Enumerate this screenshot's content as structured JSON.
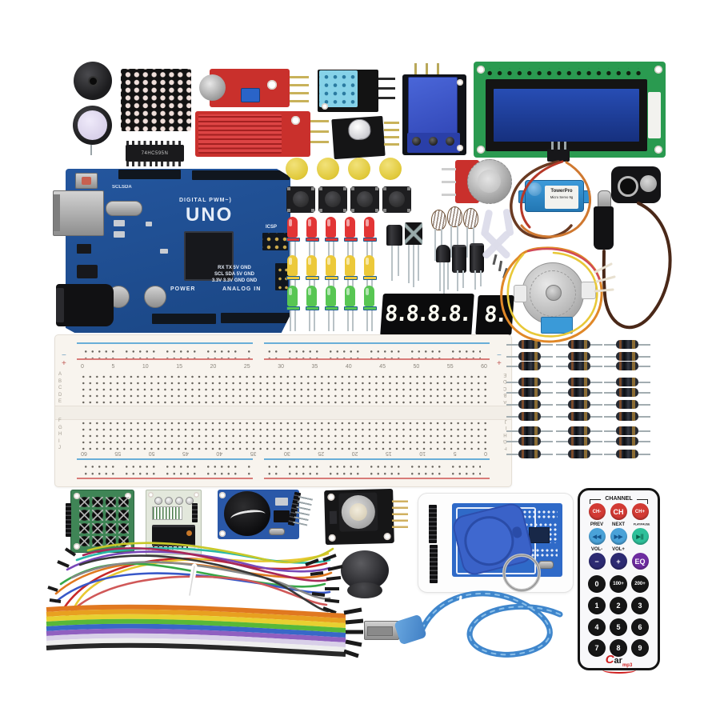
{
  "scene": {
    "type": "product-photo",
    "description": "Arduino UNO R3 starter kit components laid out on a white background",
    "background": "#ffffff"
  },
  "palette": {
    "arduino_blue": "#1e4e94",
    "module_red": "#c9302c",
    "relay_blue": "#3a55c8",
    "lcd_green": "#2a9a50",
    "lcd_screen_blue": "#1c3f9c",
    "dht_blue": "#86d2e8",
    "servo_blue": "#2f8fd0",
    "rfid_blue": "#2f6ac8",
    "cap_yellow": "#e8d44a",
    "breadboard_ivory": "#f8f4ee",
    "remote_white": "#f8f8fa"
  },
  "inventory": [
    "passive buzzer",
    "active buzzer",
    "8x8 LED dot matrix",
    "74HC595N shift register IC",
    "sound sensor module",
    "water level sensor",
    "DHT11 temperature humidity sensor",
    "RGB LED module",
    "1-channel relay module",
    "LCD1602 display",
    "Arduino UNO R3 board",
    "yellow push button caps",
    "tactile push buttons",
    "red LEDs",
    "yellow LEDs",
    "green LEDs",
    "IR receiver diode",
    "IR receiver module",
    "photoresistors",
    "transistor",
    "electrolytic capacitors",
    "rotary potentiometer",
    "servo horns and screws",
    "TowerPro micro servo",
    "9V battery clip with DC plug",
    "28BYJ-48 stepper motor",
    "4-digit 7-segment display",
    "1-digit 7-segment display",
    "830-point breadboard",
    "resistors",
    "4x4 matrix keypad",
    "stepper driver board",
    "RTC module with coin cell",
    "joystick module",
    "joystick cap",
    "RFID-RC522 kit with key fob and pin headers",
    "IR remote control",
    "male-male jumper wires",
    "rainbow ribbon cable",
    "USB A-B cable"
  ],
  "uno": {
    "name": "UNO",
    "digital_label": "DIGITAL PWM~)",
    "power_label": "POWER",
    "analog_label": "ANALOG IN",
    "icsp_label": "ICSP",
    "top_left_label": "SCLSDA",
    "pin_rows": [
      "RX TX 5V GND",
      "SCL SDA 5V GND",
      "3.3V 3.3V GND GND"
    ]
  },
  "ic_chip": {
    "part_number": "74HC595N"
  },
  "servo": {
    "brand": "TowerPro",
    "model": "Micro Servo 9g"
  },
  "displays": {
    "four_digit": "8.8.8.8.",
    "one_digit": "8."
  },
  "breadboard": {
    "column_numbers": [
      "0",
      "5",
      "10",
      "15",
      "20",
      "25",
      "30",
      "35",
      "40",
      "45",
      "50",
      "55",
      "60"
    ],
    "row_letters_top": [
      "A",
      "B",
      "C",
      "D",
      "E"
    ],
    "row_letters_bottom": [
      "F",
      "G",
      "H",
      "I",
      "J"
    ],
    "rail_plus": "+",
    "rail_minus": "−"
  },
  "leds": {
    "rows": [
      {
        "color": "#e23535",
        "count": 5
      },
      {
        "color": "#ecc93a",
        "count": 5
      },
      {
        "color": "#58c653",
        "count": 5
      }
    ]
  },
  "resistors": {
    "columns": 3,
    "rows": 10
  },
  "keypad": {
    "rows": 4,
    "cols": 4
  },
  "button_caps": {
    "count": 4,
    "color": "#e8d44a"
  },
  "tactile_buttons": {
    "count": 4
  },
  "remote": {
    "header": "CHANNEL",
    "brand_c": "C",
    "brand_ar": "ar",
    "brand_sub": "mp3",
    "rows": [
      {
        "kind": "buttons",
        "items": [
          {
            "label": "CH-",
            "bg": "#d23a34",
            "fg": "#ffffff"
          },
          {
            "label": "CH",
            "bg": "#d23a34",
            "fg": "#ffffff"
          },
          {
            "label": "CH+",
            "bg": "#d23a34",
            "fg": "#ffffff"
          }
        ]
      },
      {
        "kind": "captions",
        "items": [
          "PREV",
          "NEXT",
          "PLAY/PAUSE"
        ]
      },
      {
        "kind": "buttons",
        "items": [
          {
            "label": "◀◀",
            "bg": "#4aa2d8",
            "fg": "#14548c"
          },
          {
            "label": "▶▶",
            "bg": "#4aa2d8",
            "fg": "#14548c"
          },
          {
            "label": "▶||",
            "bg": "#2ec09a",
            "fg": "#0a5c48"
          }
        ]
      },
      {
        "kind": "captions",
        "items": [
          "VOL-",
          "VOL+",
          ""
        ]
      },
      {
        "kind": "buttons",
        "items": [
          {
            "label": "−",
            "bg": "#2c2a72",
            "fg": "#ffffff"
          },
          {
            "label": "+",
            "bg": "#2c2a72",
            "fg": "#ffffff"
          },
          {
            "label": "EQ",
            "bg": "#6e2ca0",
            "fg": "#ffffff"
          }
        ]
      },
      {
        "kind": "buttons",
        "items": [
          {
            "label": "0",
            "bg": "#161616",
            "fg": "#ffffff"
          },
          {
            "label": "100+",
            "bg": "#161616",
            "fg": "#ffffff"
          },
          {
            "label": "200+",
            "bg": "#161616",
            "fg": "#ffffff"
          }
        ]
      },
      {
        "kind": "buttons",
        "items": [
          {
            "label": "1",
            "bg": "#161616",
            "fg": "#ffffff"
          },
          {
            "label": "2",
            "bg": "#161616",
            "fg": "#ffffff"
          },
          {
            "label": "3",
            "bg": "#161616",
            "fg": "#ffffff"
          }
        ]
      },
      {
        "kind": "buttons",
        "items": [
          {
            "label": "4",
            "bg": "#161616",
            "fg": "#ffffff"
          },
          {
            "label": "5",
            "bg": "#161616",
            "fg": "#ffffff"
          },
          {
            "label": "6",
            "bg": "#161616",
            "fg": "#ffffff"
          }
        ]
      },
      {
        "kind": "buttons",
        "items": [
          {
            "label": "7",
            "bg": "#161616",
            "fg": "#ffffff"
          },
          {
            "label": "8",
            "bg": "#161616",
            "fg": "#ffffff"
          },
          {
            "label": "9",
            "bg": "#161616",
            "fg": "#ffffff"
          }
        ]
      }
    ]
  }
}
